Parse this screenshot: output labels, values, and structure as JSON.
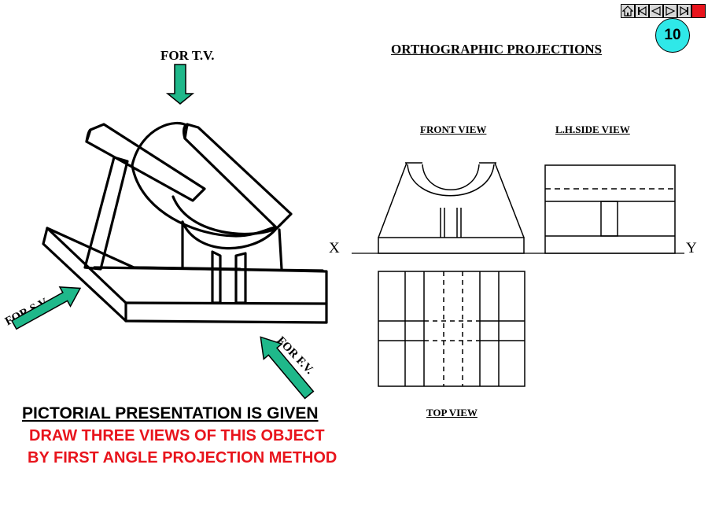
{
  "nav": {
    "buttons": [
      "home-icon",
      "first-icon",
      "previous-icon",
      "next-icon",
      "last-icon",
      "stop-icon"
    ]
  },
  "page_number": "10",
  "title": "ORTHOGRAPHIC PROJECTIONS",
  "labels": {
    "for_tv": "FOR T.V.",
    "for_sv": "FOR S.V.",
    "for_fv": "FOR F.V."
  },
  "views": {
    "front": "FRONT VIEW",
    "side": "L.H.SIDE VIEW",
    "top": "TOP VIEW"
  },
  "axis": {
    "x": "X",
    "y": "Y"
  },
  "instructions": {
    "line1": "PICTORIAL PRESENTATION IS GIVEN",
    "line2": "DRAW THREE VIEWS OF THIS OBJECT",
    "line3": "BY FIRST ANGLE PROJECTION METHOD"
  },
  "colors": {
    "arrow": "#1fb88a",
    "instruction_red": "#e8141c",
    "badge": "#2fe8e8",
    "stop": "#e8141c"
  }
}
